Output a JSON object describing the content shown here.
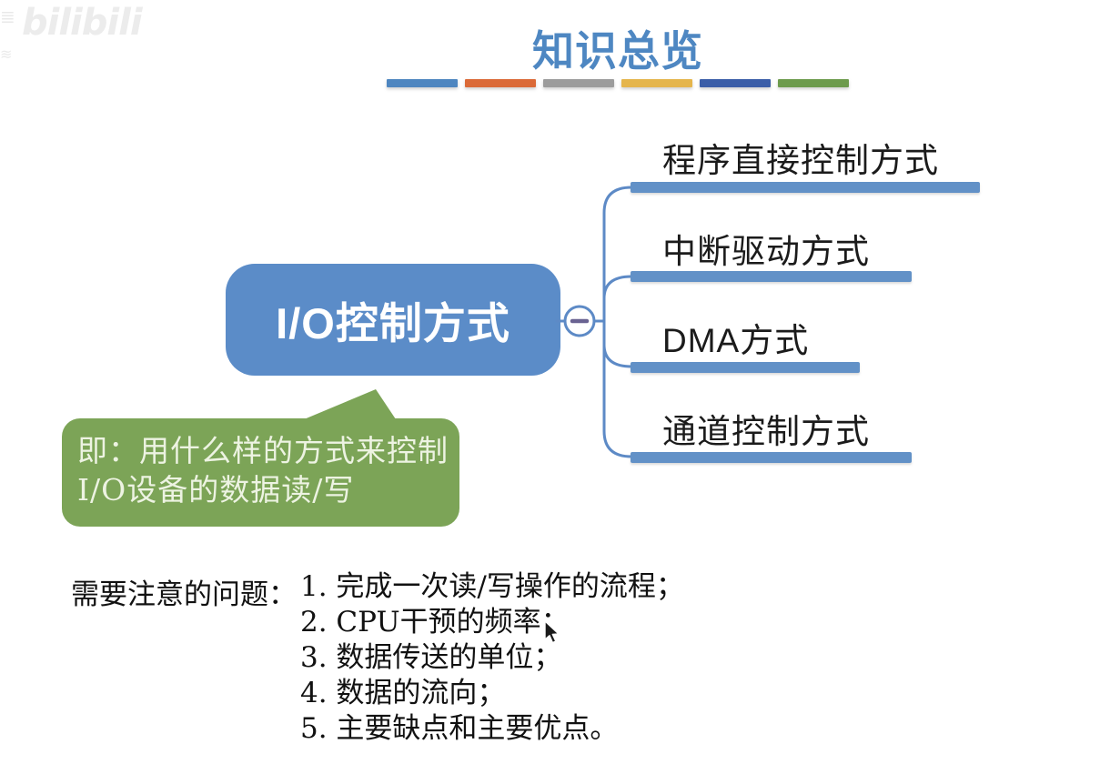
{
  "watermark": {
    "logo_text": "bilibili",
    "fragment1": "≣",
    "fragment2": "≋"
  },
  "title": {
    "text": "知识总览"
  },
  "colors": {
    "title": "#4E87C2",
    "node_bg": "#5B8CC8",
    "node_text": "#FFFFFF",
    "connector": "#5D8AC6",
    "underline": "#6291C7",
    "minus": "#6A6392",
    "circle_fill": "#FFFFFF",
    "note_bg": "#7CA457",
    "note_text": "#EDF3E2",
    "divider": [
      "#4E86C0",
      "#DB6A38",
      "#9C9C9C",
      "#E5B54C",
      "#3B5EA8",
      "#6D9B4D"
    ]
  },
  "mindmap": {
    "root": {
      "label": "I/O控制方式"
    },
    "collapse_button": {
      "symbol": "−",
      "state": "expanded"
    },
    "branches": [
      {
        "label": "程序直接控制方式"
      },
      {
        "label": "中断驱动方式"
      },
      {
        "label": "DMA方式"
      },
      {
        "label": "通道控制方式"
      }
    ],
    "note": {
      "line1": "即：用什么样的方式来控制",
      "line2": "I/O设备的数据读/写"
    }
  },
  "questions": {
    "label": "需要注意的问题：",
    "items": [
      "1. 完成一次读/写操作的流程；",
      "2. CPU干预的频率；",
      "3. 数据传送的单位；",
      "4. 数据的流向；",
      "5. 主要缺点和主要优点。"
    ]
  }
}
